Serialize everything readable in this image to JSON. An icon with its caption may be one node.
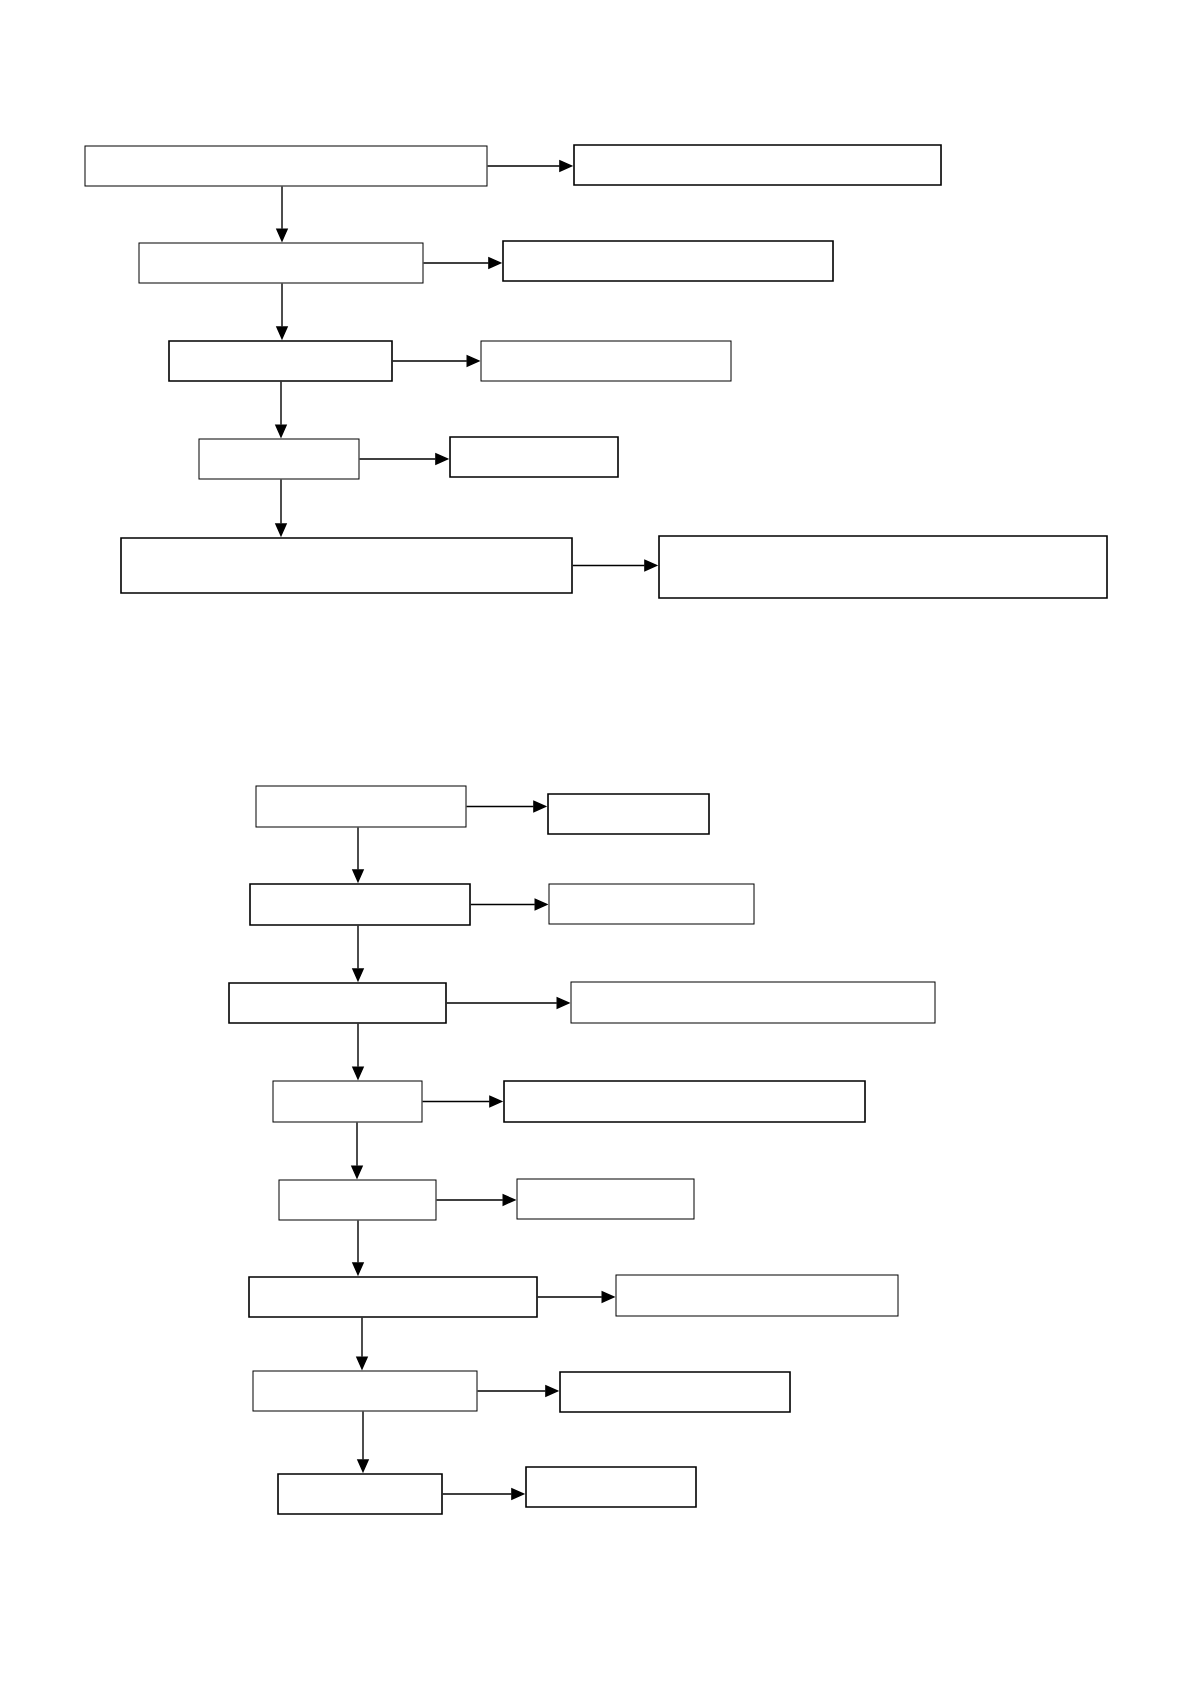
{
  "diagram": {
    "nodes": [
      {
        "text": [],
        "shape": "box"
      },
      {
        "text": [],
        "shape": "box"
      },
      {
        "text": [],
        "shape": "box"
      },
      {
        "text": [],
        "shape": "box"
      },
      {
        "text": [],
        "shape": "box"
      },
      {
        "text": [],
        "shape": "box"
      },
      {
        "text": [],
        "shape": "box"
      },
      {
        "text": [],
        "shape": "box"
      },
      {
        "text": [],
        "shape": "box"
      },
      {
        "text": [],
        "shape": "box"
      },
      {
        "text": [],
        "shape": "box"
      },
      {
        "text": [],
        "shape": "box"
      },
      {
        "text": [],
        "shape": "box"
      },
      {
        "text": [],
        "shape": "box"
      },
      {
        "text": [],
        "shape": "box"
      },
      {
        "text": [],
        "shape": "box"
      },
      {
        "text": [],
        "shape": "box"
      },
      {
        "text": [],
        "shape": "box"
      },
      {
        "text": [],
        "shape": "box"
      },
      {
        "text": [],
        "shape": "box"
      },
      {
        "text": [],
        "shape": "box"
      },
      {
        "text": [],
        "shape": "box"
      },
      {
        "text": [],
        "shape": "box"
      },
      {
        "text": [],
        "shape": "box"
      },
      {
        "text": [],
        "shape": "box"
      },
      {
        "text": [],
        "shape": "box"
      }
    ],
    "edges": [
      {
        "from": 0,
        "to": 1,
        "arrow": "to"
      },
      {
        "from": 0,
        "to": 2,
        "arrow": "to"
      },
      {
        "from": 2,
        "to": 3,
        "arrow": "to"
      },
      {
        "from": 2,
        "to": 4,
        "arrow": "to"
      },
      {
        "from": 4,
        "to": 5,
        "arrow": "to"
      },
      {
        "from": 4,
        "to": 6,
        "arrow": "to"
      },
      {
        "from": 6,
        "to": 7,
        "arrow": "to"
      },
      {
        "from": 6,
        "to": 8,
        "arrow": "to"
      },
      {
        "from": 8,
        "to": 9,
        "arrow": "to"
      },
      {
        "from": 10,
        "to": 11,
        "arrow": "to"
      },
      {
        "from": 10,
        "to": 12,
        "arrow": "to"
      },
      {
        "from": 12,
        "to": 13,
        "arrow": "to"
      },
      {
        "from": 12,
        "to": 14,
        "arrow": "to"
      },
      {
        "from": 14,
        "to": 15,
        "arrow": "to"
      },
      {
        "from": 14,
        "to": 16,
        "arrow": "to"
      },
      {
        "from": 16,
        "to": 17,
        "arrow": "to"
      },
      {
        "from": 16,
        "to": 18,
        "arrow": "to"
      },
      {
        "from": 18,
        "to": 19,
        "arrow": "to"
      },
      {
        "from": 18,
        "to": 20,
        "arrow": "to"
      },
      {
        "from": 20,
        "to": 21,
        "arrow": "to"
      },
      {
        "from": 20,
        "to": 22,
        "arrow": "to"
      },
      {
        "from": 22,
        "to": 23,
        "arrow": "to"
      },
      {
        "from": 22,
        "to": 24,
        "arrow": "to"
      },
      {
        "from": 24,
        "to": 25,
        "arrow": "to"
      }
    ]
  }
}
